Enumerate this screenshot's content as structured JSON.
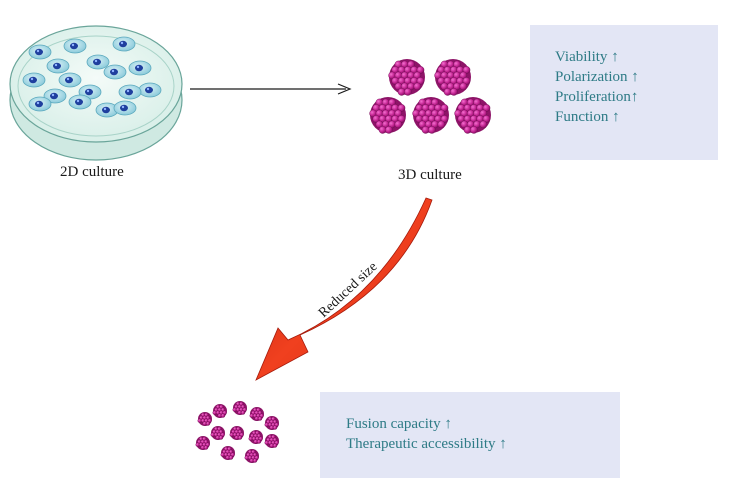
{
  "labels": {
    "culture_2d": "2D culture",
    "culture_3d": "3D culture",
    "arrow_label": "Reduced size"
  },
  "box_3d": {
    "items": [
      {
        "name": "Viability",
        "arrow": "↑"
      },
      {
        "name": "Polarization",
        "arrow": "↑"
      },
      {
        "name": "Proliferation",
        "arrow": "↑"
      },
      {
        "name": "Function",
        "arrow": "↑"
      }
    ]
  },
  "box_small": {
    "items": [
      {
        "name": "Fusion capacity",
        "arrow": "↑"
      },
      {
        "name": "Therapeutic accessibility",
        "arrow": "↑"
      }
    ]
  },
  "colors": {
    "box_bg": "#e3e6f5",
    "box_text": "#2e7b86",
    "spheroid": "#c0228f",
    "red_arrow": "#e8361b",
    "dish_cell": "#a9dbe6",
    "nucleus": "#1f3f9e"
  }
}
